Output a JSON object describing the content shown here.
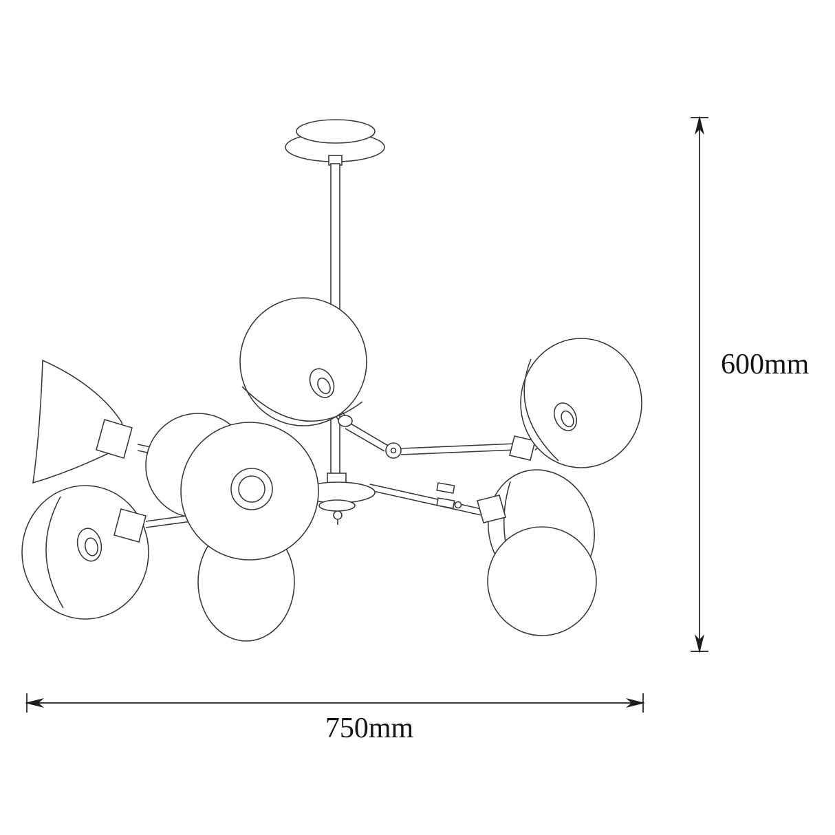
{
  "diagram": {
    "drawing_name": "chandelier-technical-line-drawing",
    "height_dimension": {
      "label": "600mm"
    },
    "width_dimension": {
      "label": "750mm"
    },
    "colors": {
      "line": "#3a3a3a",
      "dimension": "#1c1c1c",
      "background": "#ffffff"
    }
  }
}
